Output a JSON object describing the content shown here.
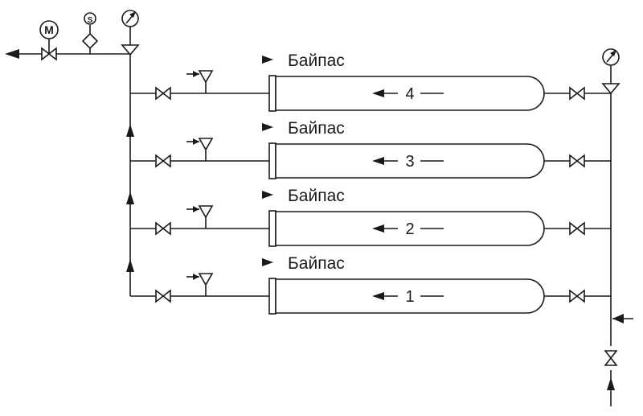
{
  "diagram": {
    "bypass_label": "Байпас",
    "motor_symbol": "M",
    "solenoid_symbol": "S",
    "tanks": [
      {
        "number": "4"
      },
      {
        "number": "3"
      },
      {
        "number": "2"
      },
      {
        "number": "1"
      }
    ]
  }
}
